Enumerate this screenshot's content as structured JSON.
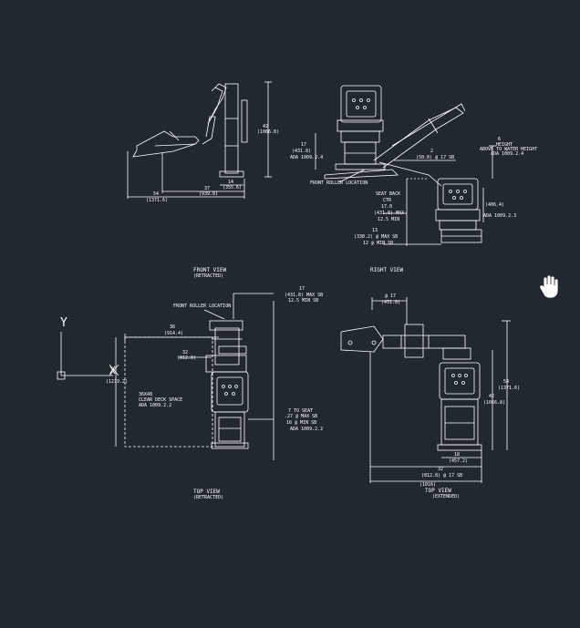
{
  "app": {
    "cursor_icon": "pan-hand-icon",
    "ucs_icon": "ucs-icon"
  },
  "colors": {
    "background": "#212830",
    "lines": "#ffffff"
  },
  "ucs": {
    "y_label": "Y",
    "x_label": "X"
  },
  "front_view": {
    "label": "FRONT VIEW",
    "sublabel": "(RETRACTED)",
    "dim_42": "42",
    "dim_42_mm": "(1066.8)",
    "dim_14": "14",
    "dim_14_mm": "(355.6)",
    "dim_37": "37",
    "dim_37_mm": "(939.8)",
    "dim_54": "54",
    "dim_54_mm": "(1371.6)"
  },
  "right_view": {
    "label": "RIGHT VIEW",
    "dim_17": "17",
    "dim_17_mm": "(431.8)",
    "ada_1": "ADA 1009.2.4",
    "dim_2": "2",
    "dim_2_mm": "(50.8) @ 17 SB",
    "dim_6": "6",
    "note_1": "HEIGHT",
    "note_2": "ABOVE TO WATER HEIGHT",
    "note_3": "ADA 1009.2.4",
    "lift_label": "FRONT ROLLER LOCATION",
    "seat_back": "SEAT BACK",
    "seat_back_2": "CTR",
    "seat_back_3": "17.0",
    "max_dim": "(431.8) MAX",
    "min_dim": "12.5 MIN",
    "dim_16_mm": "(406.4)",
    "ada_2": "ADA 1009.2.3",
    "dim_13": "13",
    "dim_13_mm": "(330.2) @ MAX SB",
    "dim_13_min": "12 @ MIN SB"
  },
  "top_view_left": {
    "label": "TOP VIEW",
    "sublabel": "(RETRACTED)",
    "dim_17": "17",
    "dim_17_mm": "(431.8) MAX SB",
    "dim_17_min": "12.5 MIN SB",
    "lift_label": "FRONT ROLLER LOCATION",
    "dim_36": "36",
    "dim_36_mm": "(914.4)",
    "dim_32": "32",
    "dim_32_mm": "(812.8)",
    "dim_48_mm": "(1219.2)",
    "clear_1": "36X48",
    "clear_2": "CLEAR DECK SPACE",
    "clear_3": "ADA 1009.2.2",
    "seat_1": "7 TO SEAT",
    "seat_2": ".27 @ MAX SB",
    "seat_3": "16 @ MIN SB",
    "seat_4": "ADA 1009.2.2"
  },
  "top_view_right": {
    "label": "TOP VIEW",
    "sublabel": "(EXTENDED)",
    "dim_17": "@ 17",
    "dim_17_mm": "(431.8)",
    "dim_54": "54",
    "dim_54_mm": "(1371.6)",
    "dim_42": "42",
    "dim_42_mm": "(1066.8)",
    "dim_18": "18",
    "dim_18_mm": "(457.2)",
    "dim_32": "32",
    "dim_32_mm": "(812.8) @ 17 SB",
    "dim_32_b": "(1016)"
  }
}
